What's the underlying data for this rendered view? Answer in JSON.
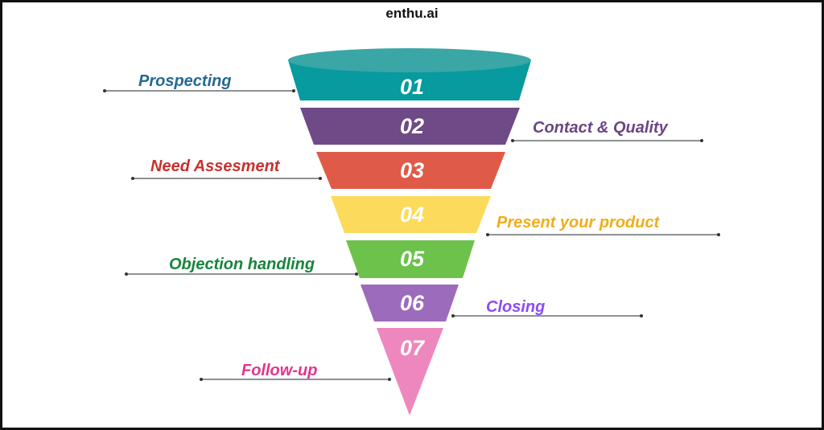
{
  "brand": "enthu.ai",
  "stages": [
    {
      "number": "01",
      "label": "Prospecting",
      "fill": "#079a9e",
      "label_color": "#226a94"
    },
    {
      "number": "02",
      "label": "Contact & Quality",
      "fill": "#6e4a86",
      "label_color": "#6b4584"
    },
    {
      "number": "03",
      "label": "Need Assesment",
      "fill": "#e05a48",
      "label_color": "#c8302c"
    },
    {
      "number": "04",
      "label": "Present your product",
      "fill": "#fcdb5c",
      "label_color": "#f0ad1a"
    },
    {
      "number": "05",
      "label": "Objection handling",
      "fill": "#6cc24a",
      "label_color": "#18843c"
    },
    {
      "number": "06",
      "label": "Closing",
      "fill": "#9d6bbb",
      "label_color": "#8a4cf8"
    },
    {
      "number": "07",
      "label": "Follow-up",
      "fill": "#ee87bd",
      "label_color": "#e0368e"
    }
  ]
}
